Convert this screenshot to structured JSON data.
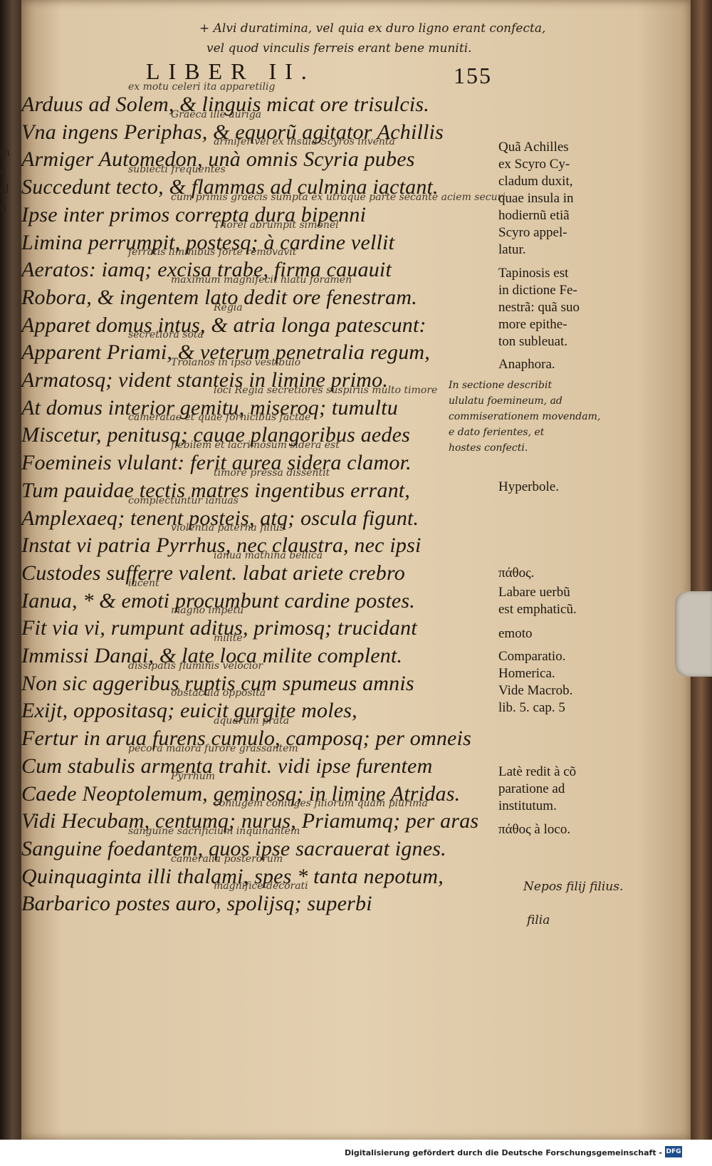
{
  "header": {
    "title": "LIBER II.",
    "page_number": "155",
    "top_note_line1": "+ Alvi duratimina, vel quia ex duro ligno erant confecta,",
    "top_note_line2": "vel quod vinculis ferreis erant bene muniti."
  },
  "left_strip": [
    "m",
    "c",
    "el",
    "n"
  ],
  "verses": [
    {
      "text": "Arduus ad Solem, & linguis micat ore trisulcis.",
      "gloss": "ex motu celeri ita apparetilig"
    },
    {
      "text": "Vna ingens Periphas, & equorũ agitator Achillis",
      "gloss": "Graeca ille   auriga"
    },
    {
      "text": "Armiger Automedon, unà omnis Scyria pubes",
      "gloss": "armifer vel   ex insula Scyros inventa"
    },
    {
      "text": "Succedunt tecto, & flammas ad culmina iactant.",
      "gloss": "subiecti   frequentes"
    },
    {
      "text": "Ipse inter primos correpta dura bipenni",
      "gloss": "cum primis graecis   sumpta ex utraque parte secante aciem securi"
    },
    {
      "text": "Limina perrumpit, postesq; à cardine vellit",
      "gloss": "Thorel   abrumpit   simonel"
    },
    {
      "text": "Aeratos: iamq; excisa trabe, firma cauauit",
      "gloss": "ferratis liminibus   forte removavit"
    },
    {
      "text": "Robora, & ingentem lato dedit ore fenestram.",
      "gloss": "maximum   magnifecit hiatu   foramen"
    },
    {
      "text": "Apparet domus intus, & atria longa patescunt:",
      "gloss": "Regia"
    },
    {
      "text": "Apparent Priami, & veterum penetralia regum,",
      "gloss": "secretiora sota"
    },
    {
      "text": "Armatosq; vident stanteis in limine primo.",
      "gloss": "Troianos   in ipso vestibulo"
    },
    {
      "text": "At domus interior gemitu, miseroq; tumultu",
      "gloss": "loci Regia secretiores suspiriis   multo timore"
    },
    {
      "text": "Miscetur, penitusq; cauae plangoribus aedes",
      "gloss": "cameratae et quae fornicibus factae"
    },
    {
      "text": "Foemineis vlulant: ferit aurea sidera clamor.",
      "gloss": "flebilem et lacrimosum   sidera est"
    },
    {
      "text": "Tum pauidae tectis matres ingentibus errant,",
      "gloss": "timore pressa   dissentit"
    },
    {
      "text": "Amplexaeq; tenent posteis, atq; oscula figunt.",
      "gloss": "complectuntur   ianuas"
    },
    {
      "text": "Instat vi patria Pyrrhus, nec claustra, nec ipsi",
      "gloss": "violentia paterna filius"
    },
    {
      "text": "Custodes sufferre valent. labat ariete crebro",
      "gloss": "ianua mathina bellica"
    },
    {
      "text": "Ianua, * & emoti procumbunt cardine postes.",
      "gloss": "iacent"
    },
    {
      "text": "Fit via vi, rumpunt aditus, primosq; trucidant",
      "gloss": "magno impetu"
    },
    {
      "text": "Immissi Danai, & late loca milite complent.",
      "gloss": "milite"
    },
    {
      "text": "Non sic aggeribus ruptis cum spumeus amnis",
      "gloss": "dissipatis   fluminis velocior"
    },
    {
      "text": "Exijt, oppositasq; euicit gurgite moles,",
      "gloss": "obstacula opposita"
    },
    {
      "text": "Fertur in arua furens cumulo, camposq; per omneis",
      "gloss": "aquarum   prata"
    },
    {
      "text": "Cum stabulis armenta trahit. vidi ipse furentem",
      "gloss": "pecora maiora   furore grassantem"
    },
    {
      "text": "Caede Neoptolemum, geminosq; in limine Atridas.",
      "gloss": "Pyrrhum"
    },
    {
      "text": "Vidi Hecubam, centumq; nurus, Priamumq; per aras",
      "gloss": "coniugem   coniuges filiorum quam plurima"
    },
    {
      "text": "Sanguine foedantem, quos ipse sacrauerat ignes.",
      "gloss": "sanguine sacrificium inquinantem"
    },
    {
      "text": "Quinquaginta illi thalami, spes * tanta nepotum,",
      "gloss": "cameralia   posterorum"
    },
    {
      "text": "Barbarico postes auro, spolijsq; superbi",
      "gloss": "magnifice decorati"
    }
  ],
  "margin_notes": {
    "achilles": [
      "Quã Achilles",
      "ex Scyro Cy-",
      "cladum duxit,",
      "quae insula in",
      "hodiernũ etiã",
      "Scyro appel-",
      "latur."
    ],
    "tapinosis": [
      "Tapinosis est",
      "in dictione Fe-",
      "nestrã: quã suo",
      "more epithe-",
      "ton subleuat."
    ],
    "anaphora": "Anaphora.",
    "hand_note": [
      "In sectione describit",
      "ululatu foemineum, ad",
      "commiserationem movendam,",
      "e dato ferientes, et",
      "hostes confecti."
    ],
    "hyperbole": "Hyperbole.",
    "pathos1": "πάθος.",
    "labare": [
      "Labare uerbũ",
      "est emphaticũ."
    ],
    "emoto": "emoto",
    "comparatio": [
      "Comparatio.",
      "Homerica.",
      "Vide Macrob.",
      "lib. 5. cap. 5"
    ],
    "redit": [
      "Latè redit à cõ",
      "paratione ad",
      "institutum."
    ],
    "pathos2": "πάθος à loco.",
    "nepos": "Nepos filij filius.",
    "filia": "filia"
  },
  "footer": {
    "text": "Digitalisierung gefördert durch die Deutsche Forschungsgemeinschaft -",
    "logo": "DFG"
  }
}
